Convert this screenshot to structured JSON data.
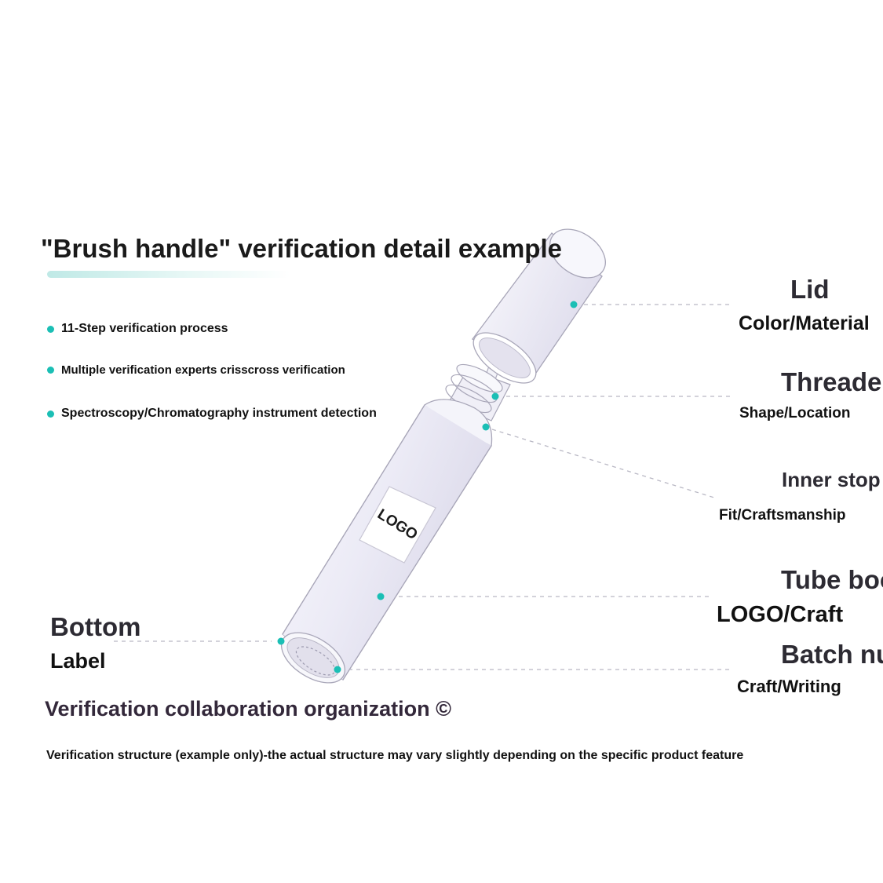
{
  "title": "\"Brush handle\" verification detail example",
  "bullets": [
    "11-Step verification process",
    "Multiple verification experts crisscross verification",
    "Spectroscopy/Chromatography instrument detection"
  ],
  "parts": {
    "lid": {
      "name": "Lid",
      "detail": "Color/Material"
    },
    "thread": {
      "name": "Threade",
      "detail": "Shape/Location"
    },
    "stopper": {
      "name": "Inner stop",
      "detail": "Fit/Craftsmanship"
    },
    "tube": {
      "name": "Tube boo",
      "detail": "LOGO/Craft"
    },
    "batch": {
      "name": "Batch nu",
      "detail": "Craft/Writing"
    },
    "bottom": {
      "name": "Bottom",
      "detail": "Label"
    }
  },
  "logo_text": "LOGO",
  "organization": "Verification collaboration organization ©",
  "footnote": "Verification structure (example only)-the actual structure may vary slightly depending on the specific product feature",
  "colors": {
    "accent": "#1bbfb5",
    "tube": "#ecebf5",
    "outline": "#a8a6b8"
  }
}
